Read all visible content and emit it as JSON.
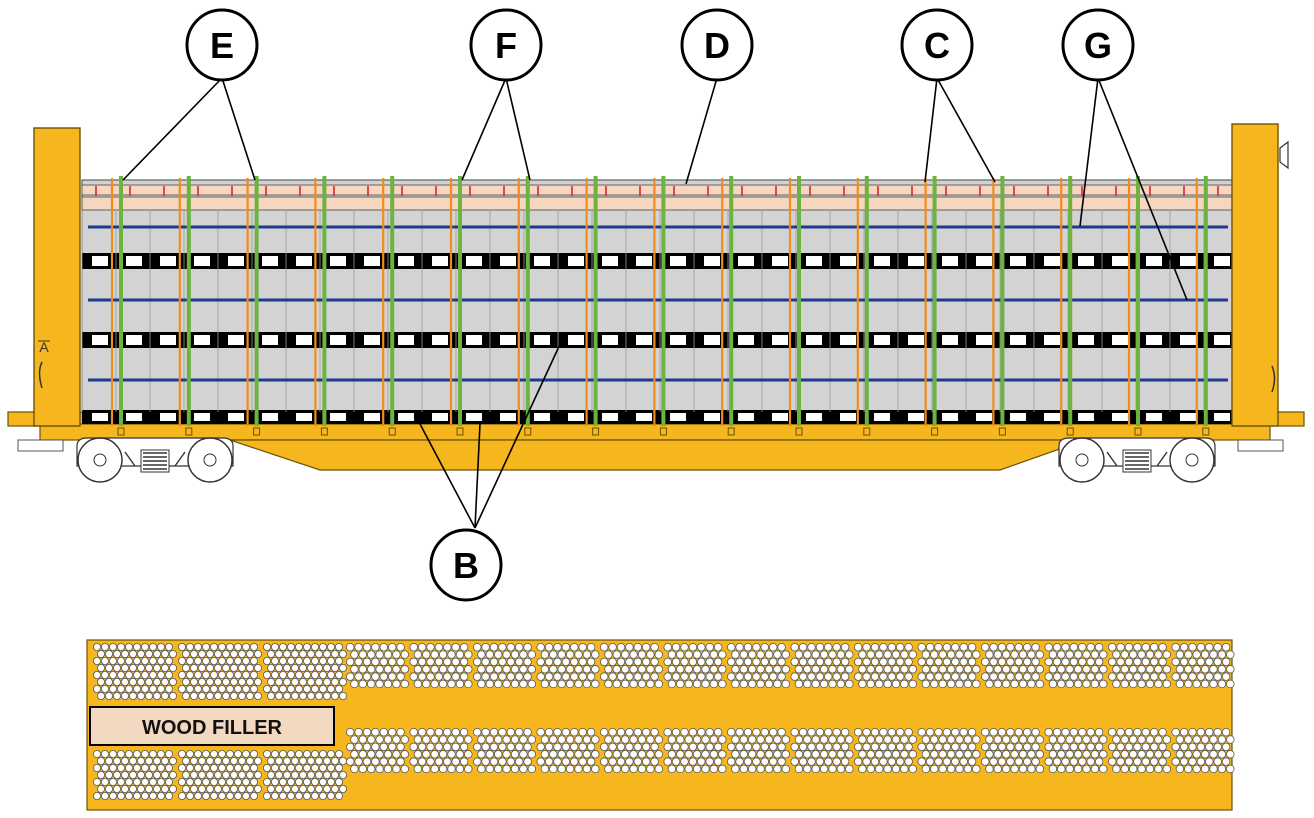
{
  "callouts": {
    "b": "B",
    "c": "C",
    "d": "D",
    "e": "E",
    "f": "F",
    "g": "G"
  },
  "end_mark": "A",
  "filler_label": "WOOD FILLER",
  "colors": {
    "frame_yellow": "#f6b61d",
    "frame_outline": "#6b5208",
    "load_gray": "#d3d3d3",
    "block_black": "#000000",
    "band_blue": "#1d3b8c",
    "strap_green": "#6cb33f",
    "strap_orange": "#f08c1e",
    "tick_red": "#d7282f",
    "top_rail_peach": "#f6d6be",
    "filler_tan": "#f3d8c2"
  },
  "icons": {
    "bulkhead_left": "bulkhead-end-wall",
    "bulkhead_right": "bulkhead-end-wall",
    "truck": "railcar-bogie",
    "coupler": "coupler",
    "brake_wheel": "brake-wheel"
  }
}
